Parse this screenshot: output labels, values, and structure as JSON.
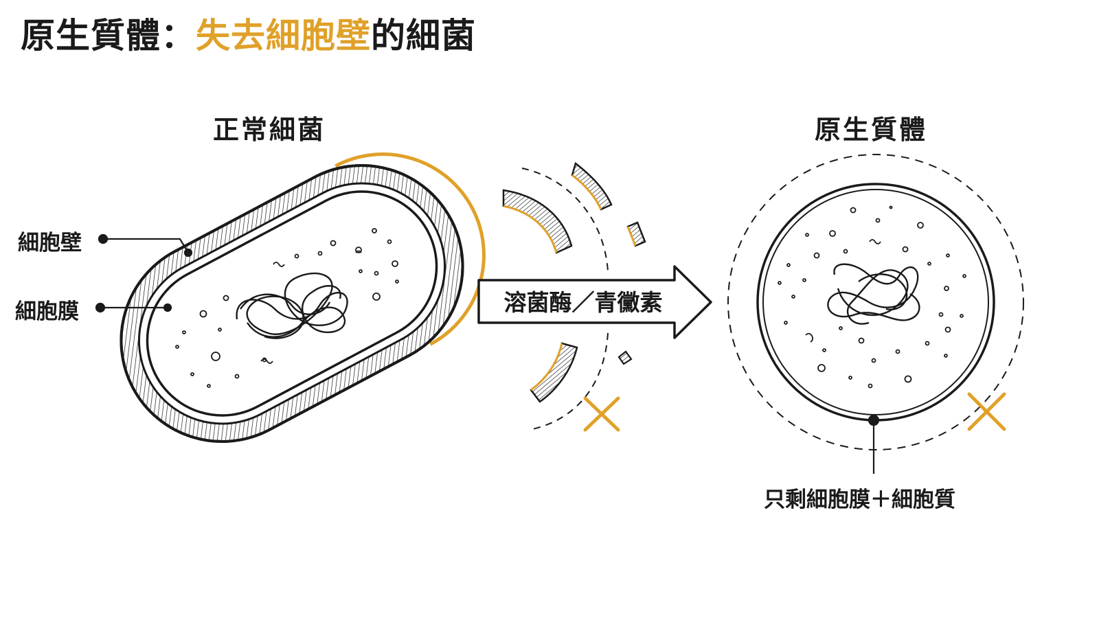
{
  "title": {
    "prefix": "原生質體：",
    "highlight": "失去細胞壁",
    "suffix": "的細菌"
  },
  "left_panel": {
    "heading": "正常細菌",
    "labels": {
      "cell_wall": "細胞壁",
      "cell_membrane": "細胞膜"
    }
  },
  "arrow": {
    "label": "溶菌酶／青黴素"
  },
  "right_panel": {
    "heading": "原生質體",
    "caption": "只剩細胞膜＋細胞質"
  },
  "colors": {
    "accent": "#e0a129",
    "ink": "#1a1a1a"
  }
}
